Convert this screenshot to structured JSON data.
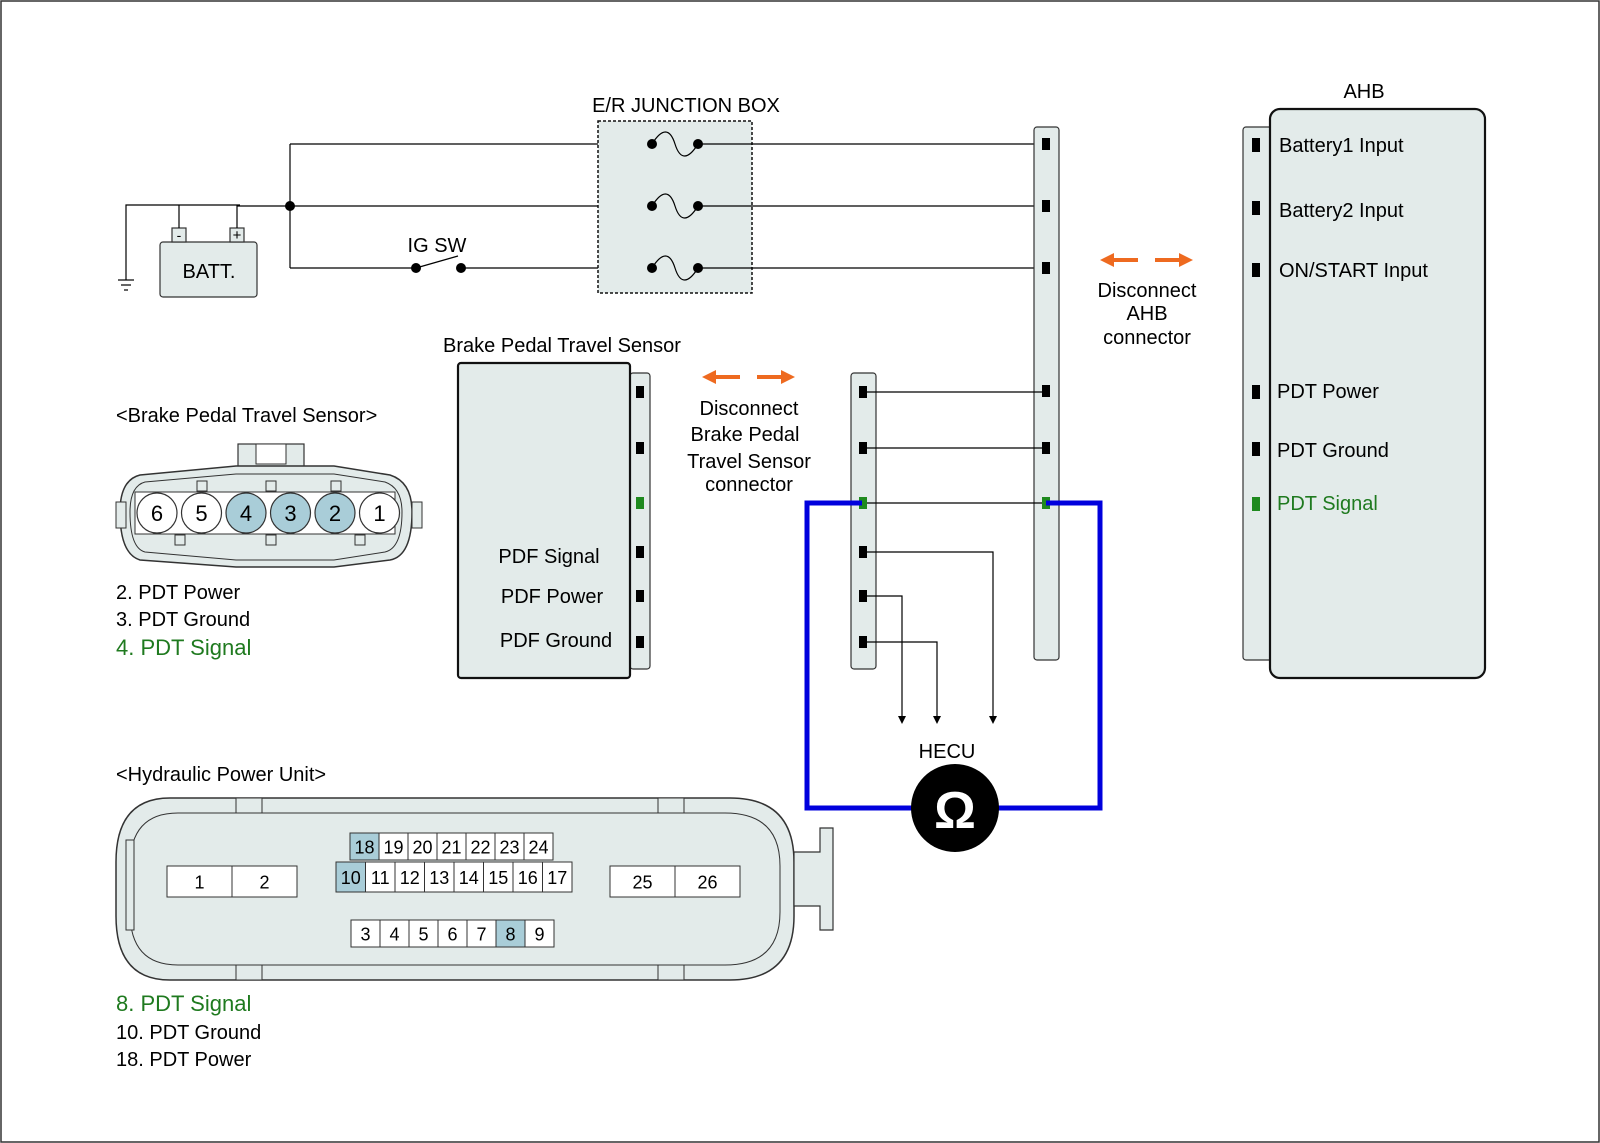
{
  "labels": {
    "junction_box": "E/R JUNCTION BOX",
    "battery": "BATT.",
    "battery_minus": "-",
    "battery_plus": "+",
    "ig_sw": "IG SW",
    "bpts_title": "Brake Pedal Travel Sensor",
    "bpts_connector_title": "<Brake Pedal Travel Sensor>",
    "hpu_title": "<Hydraulic Power Unit>",
    "ahb": "AHB",
    "hecu": "HECU",
    "ohm": "Ω",
    "disconnect_bpts": [
      "Disconnect",
      "Brake Pedal",
      "Travel Sensor",
      "connector"
    ],
    "disconnect_ahb": [
      "Disconnect",
      "AHB",
      "connector"
    ]
  },
  "sensor_pins": [
    "PDF Signal",
    "PDF Power",
    "PDF Ground"
  ],
  "ahb_pins": [
    "Battery1 Input",
    "Battery2 Input",
    "ON/START Input",
    "PDT Power",
    "PDT Ground",
    "PDT Signal"
  ],
  "bpts_connector_pins": [
    "6",
    "5",
    "4",
    "3",
    "2",
    "1"
  ],
  "bpts_highlighted": [
    "4",
    "3",
    "2"
  ],
  "bpts_legend": [
    {
      "text": "2. PDT Power",
      "color": "#000000"
    },
    {
      "text": "3. PDT Ground",
      "color": "#000000"
    },
    {
      "text": "4. PDT Signal",
      "color": "#1f7a1f"
    }
  ],
  "hpu_rows": {
    "top": [
      "18",
      "19",
      "20",
      "21",
      "22",
      "23",
      "24"
    ],
    "middle": [
      "10",
      "11",
      "12",
      "13",
      "14",
      "15",
      "16",
      "17"
    ],
    "bottom": [
      "3",
      "4",
      "5",
      "6",
      "7",
      "8",
      "9"
    ],
    "left": [
      "1",
      "2"
    ],
    "right": [
      "25",
      "26"
    ]
  },
  "hpu_highlighted": [
    "18",
    "10",
    "8"
  ],
  "hpu_legend": [
    {
      "text": "8. PDT Signal",
      "color": "#1f7a1f"
    },
    {
      "text": "10. PDT Ground",
      "color": "#000000"
    },
    {
      "text": "18. PDT Power",
      "color": "#000000"
    }
  ],
  "colors": {
    "measure_wire": "#0000dd",
    "disconnect_arrow": "#ee6a20",
    "signal_green": "#1f7a1f",
    "connector_fill": "#e3ebea",
    "pin_highlight": "#a9cdd8"
  }
}
